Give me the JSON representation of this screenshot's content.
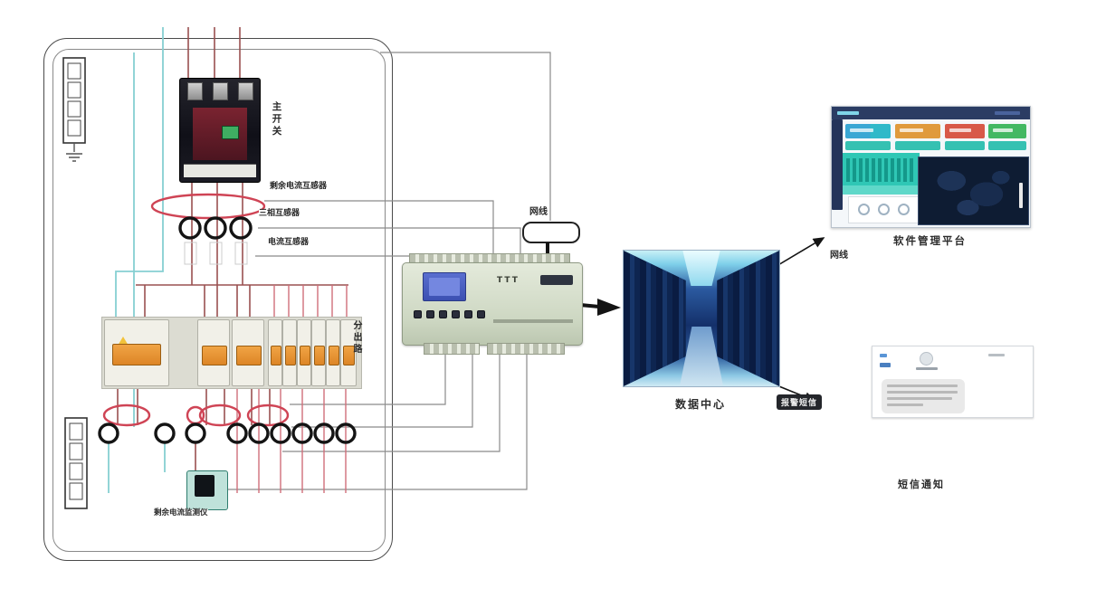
{
  "panel": {
    "main_breaker_label": "主开关",
    "ct_labels": [
      "剩余电流互感器",
      "三相互感器",
      "电流互感器"
    ],
    "branch_label": "分出路",
    "sensor_label": "剩余电流监测仪"
  },
  "gateway": {
    "marking": "TTT"
  },
  "links": {
    "cable_label_1": "网线",
    "cable_label_2": "网线",
    "sms_badge": "报警短信"
  },
  "data_center": {
    "caption": "数据中心"
  },
  "platform": {
    "caption": "软件管理平台"
  },
  "sms": {
    "caption": "短信通知"
  },
  "colors": {
    "wire_red": "#9a5050",
    "wire_pink": "#cf6f7a",
    "wire_cyan": "#86cfd2",
    "ct_red": "#cf4455",
    "teal_accent": "#2fc7b5"
  }
}
